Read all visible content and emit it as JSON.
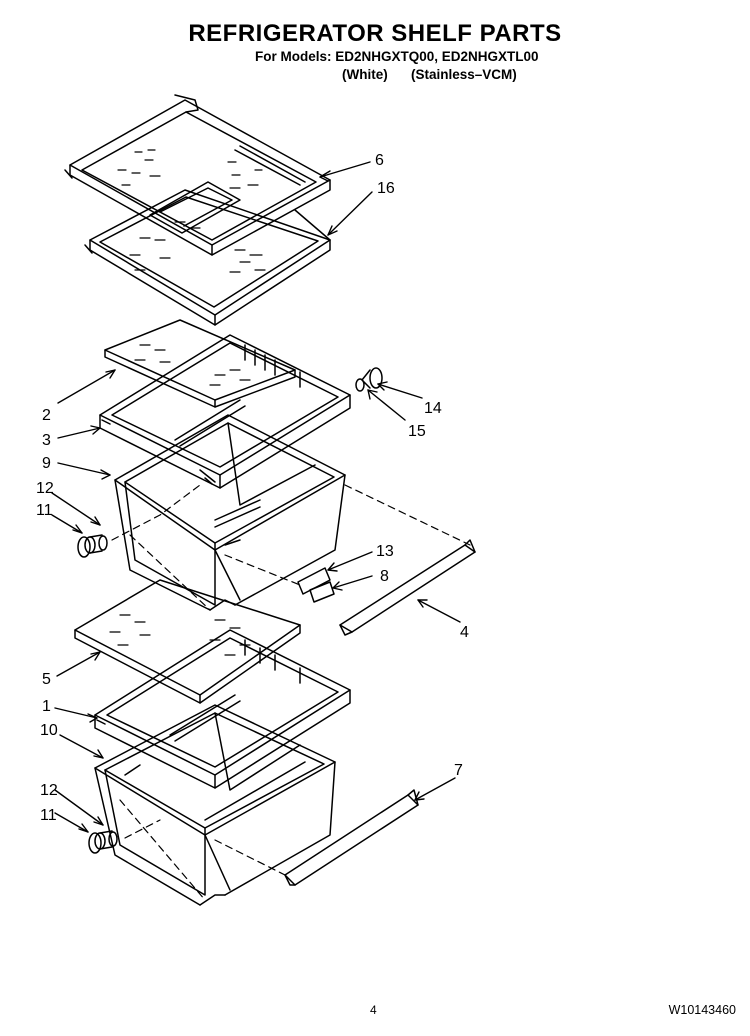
{
  "header": {
    "title": "REFRIGERATOR SHELF PARTS",
    "models_line": "For Models: ED2NHGXTQ00, ED2NHGXTL00",
    "variant_white": "(White)",
    "variant_stainless": "(Stainless–VCM)"
  },
  "callouts": {
    "c6": "6",
    "c16": "16",
    "c2": "2",
    "c3": "3",
    "c14": "14",
    "c15": "15",
    "c9": "9",
    "c12a": "12",
    "c11a": "11",
    "c13": "13",
    "c8": "8",
    "c4": "4",
    "c5": "5",
    "c1": "1",
    "c10": "10",
    "c7": "7",
    "c12b": "12",
    "c11b": "11"
  },
  "footer": {
    "page_number": "4",
    "doc_code": "W10143460"
  }
}
